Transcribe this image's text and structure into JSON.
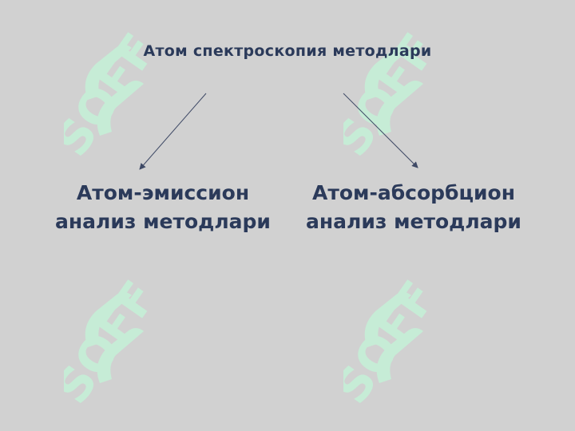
{
  "title": "Атом спектроскопия методлари",
  "nodes": {
    "left": {
      "line1": "Атом-эмиссион",
      "line2": "анализ методлари"
    },
    "right": {
      "line1": "Атом-абсорбцион",
      "line2": "анализ методлари"
    }
  },
  "watermark": {
    "text": "SOFF",
    "color": "#c6ecd6"
  },
  "colors": {
    "background": "#d1d1d1",
    "text": "#2b3a5a",
    "arrow": "#3f4a66"
  }
}
